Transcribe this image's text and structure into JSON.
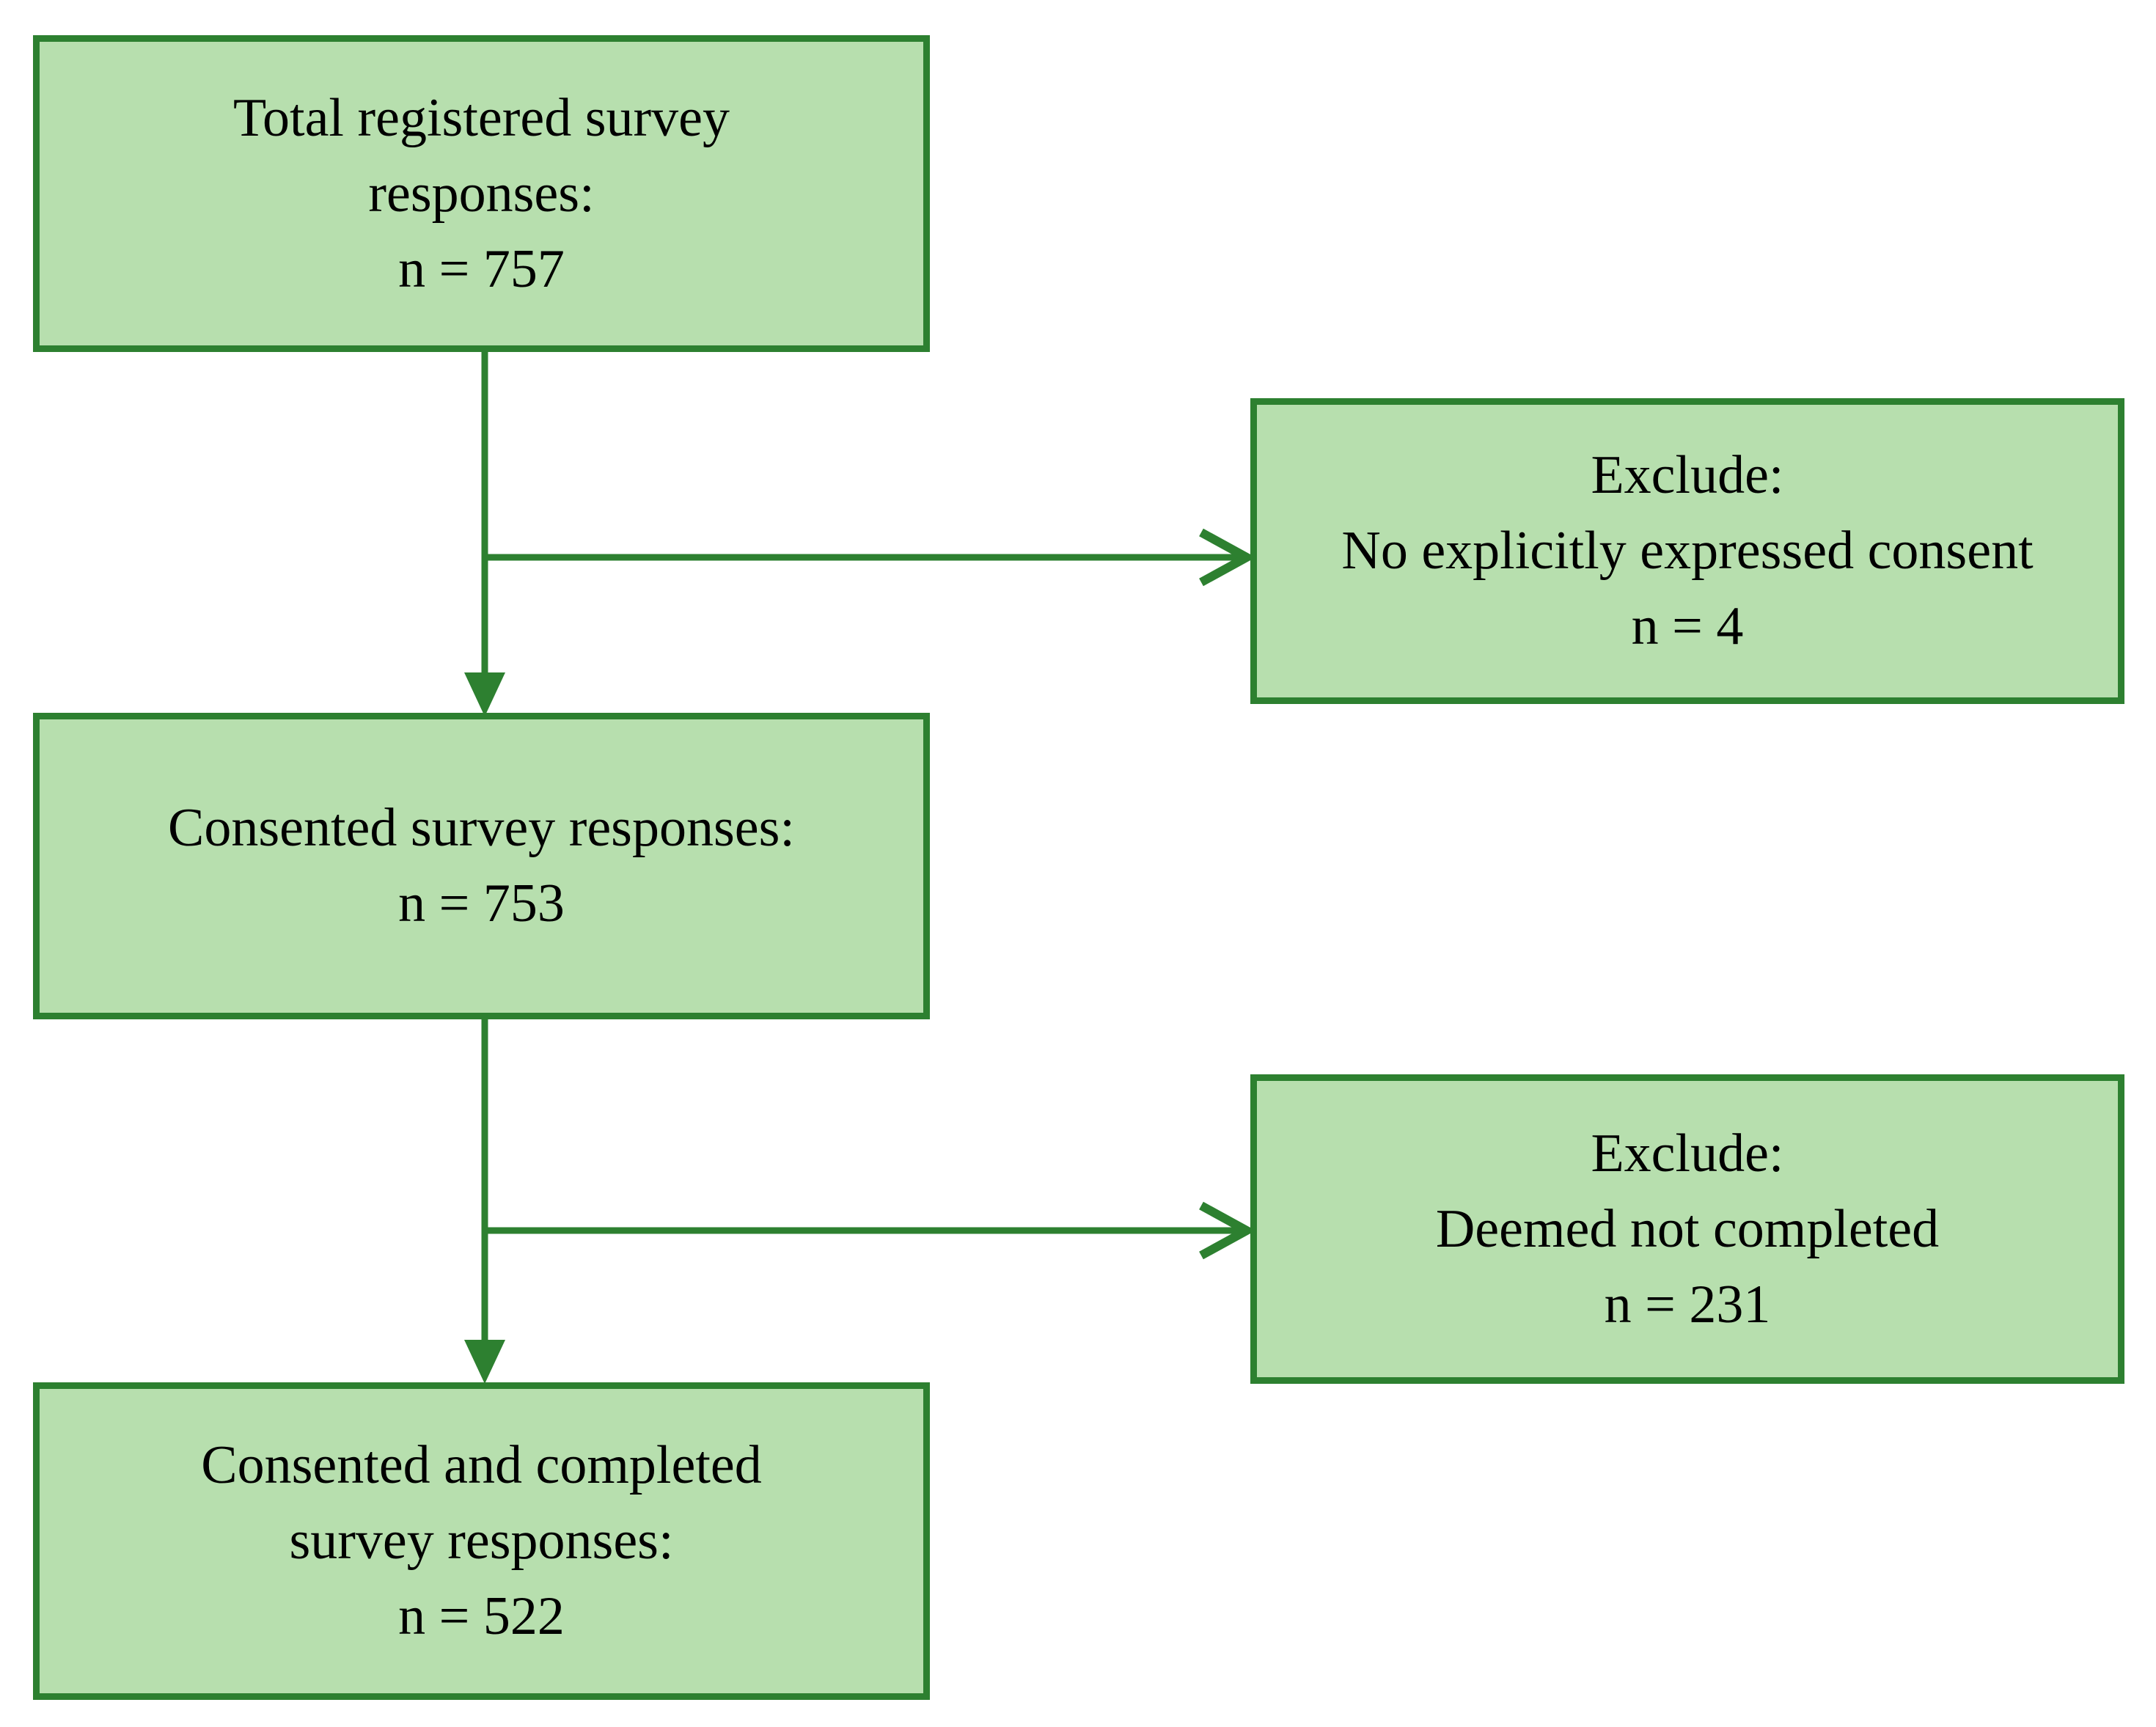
{
  "figure": {
    "type": "flowchart",
    "colors": {
      "background": "#ffffff",
      "box_fill": "#b7dfae",
      "box_border": "#2d8030",
      "arrow": "#2d8030",
      "text": "#000000"
    }
  },
  "boxes": [
    {
      "name": "total-registered",
      "n": 757,
      "lines": [
        "Total registered survey",
        "responses:",
        "n = 757"
      ]
    },
    {
      "name": "exclude-no-consent",
      "n": 4,
      "lines": [
        "Exclude:",
        "No explicitly expressed consent",
        "n = 4"
      ]
    },
    {
      "name": "consented",
      "n": 753,
      "lines": [
        "Consented survey responses:",
        "n = 753"
      ]
    },
    {
      "name": "exclude-not-completed",
      "n": 231,
      "lines": [
        "Exclude:",
        "Deemed not completed",
        "n = 231"
      ]
    },
    {
      "name": "consented-completed",
      "n": 522,
      "lines": [
        "Consented and completed",
        "survey responses:",
        "n = 522"
      ]
    }
  ]
}
